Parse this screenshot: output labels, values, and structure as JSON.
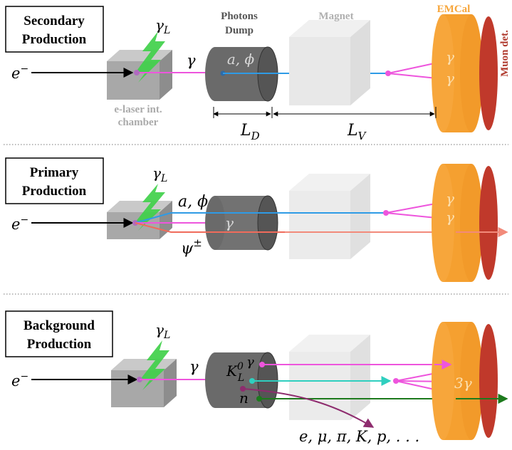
{
  "colors": {
    "box_gray": "#a8a8a8",
    "dump_gray": "#6a6a6a",
    "magnet_gray": "#e8e8e8",
    "emcal_orange": "#f7a63b",
    "muon_red": "#c0392b",
    "photon_magenta": "#ee55dd",
    "alp_blue": "#2e9be6",
    "psi_red": "#f06b5b",
    "klong_cyan": "#2fcfbf",
    "neutron_green": "#1d7a1d",
    "hadron_purple": "#8e2c6e",
    "laser_green": "#40d04a"
  },
  "labels": {
    "emcal": "EMCal",
    "muon_det": "Muon det.",
    "photons_dump": "Photons",
    "photons_dump_2": "Dump",
    "magnet": "Magnet",
    "chamber_1": "e-laser int.",
    "chamber_2": "chamber",
    "L_D": "L",
    "L_D_sub": "D",
    "L_V": "L",
    "L_V_sub": "V"
  },
  "panels": [
    {
      "title_line1": "Secondary",
      "title_line2": "Production",
      "electron": "e",
      "electron_sup": "−",
      "laser": "γ",
      "laser_sub": "L",
      "gamma": "γ",
      "dump_particle": "a, ϕ",
      "decay1": "γ",
      "decay2": "γ"
    },
    {
      "title_line1": "Primary",
      "title_line2": "Production",
      "electron": "e",
      "electron_sup": "−",
      "laser": "γ",
      "laser_sub": "L",
      "alp": "a, ϕ",
      "gamma": "γ",
      "psi": "ψ",
      "psi_sup": "±",
      "decay1": "γ",
      "decay2": "γ"
    },
    {
      "title_line1": "Background",
      "title_line2": "Production",
      "electron": "e",
      "electron_sup": "−",
      "laser": "γ",
      "laser_sub": "L",
      "gamma": "γ",
      "k0": "K",
      "k0_sub": "L",
      "k0_sup": "0",
      "gamma2": "γ",
      "neutron": "n",
      "three_gamma": "3γ",
      "hadrons": "e, μ, π, K, p, . . ."
    }
  ]
}
